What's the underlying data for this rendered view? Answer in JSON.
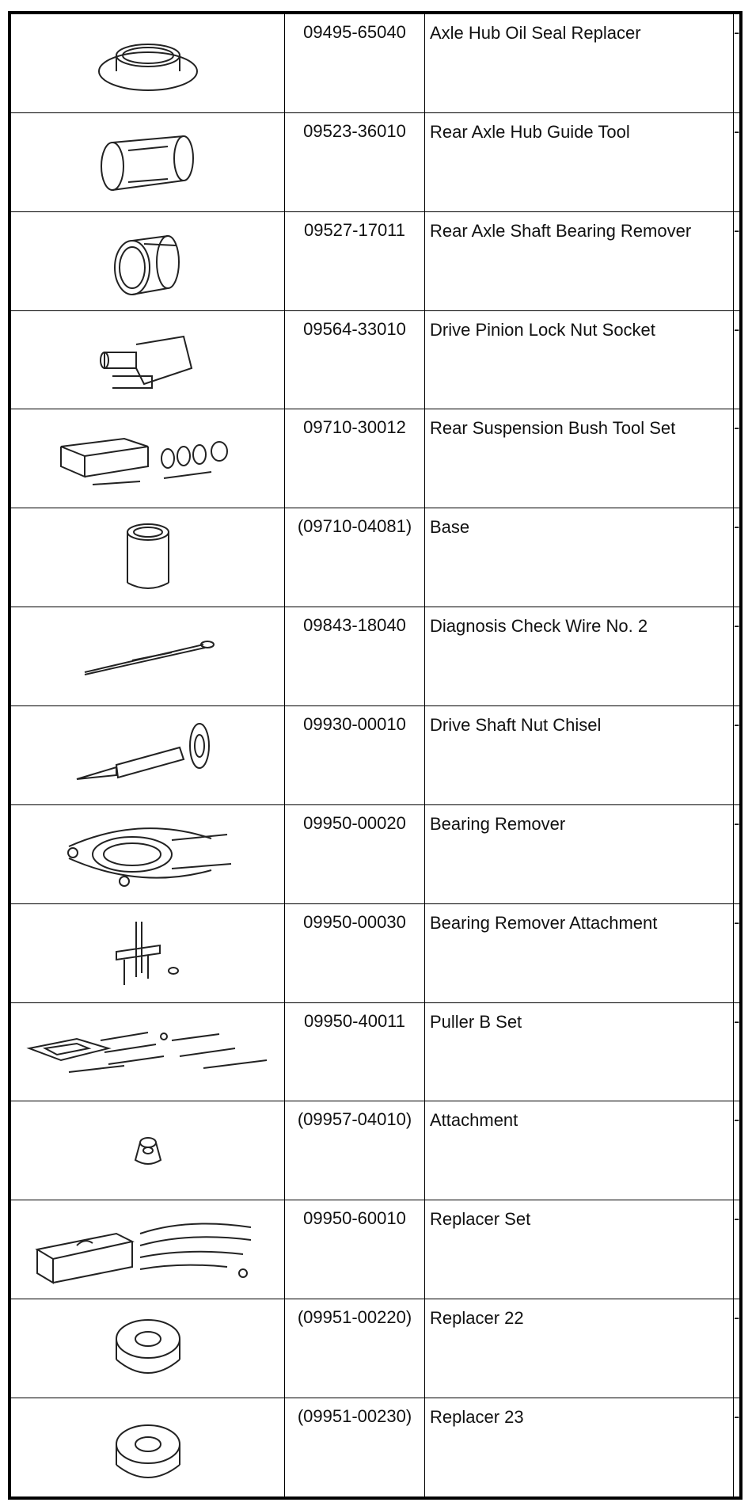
{
  "tools": [
    {
      "part_no": "09495-65040",
      "name": "Axle Hub Oil Seal Replacer",
      "remark": "-",
      "icon": "seal-replacer-icon"
    },
    {
      "part_no": "09523-36010",
      "name": "Rear Axle Hub Guide Tool",
      "remark": "-",
      "icon": "guide-tool-icon"
    },
    {
      "part_no": "09527-17011",
      "name": "Rear Axle Shaft Bearing Remover",
      "remark": "-",
      "icon": "bearing-remover-cup-icon"
    },
    {
      "part_no": "09564-33010",
      "name": "Drive Pinion Lock Nut Socket",
      "remark": "-",
      "icon": "lock-nut-socket-icon"
    },
    {
      "part_no": "09710-30012",
      "name": "Rear Suspension Bush Tool Set",
      "remark": "-",
      "icon": "bush-tool-set-icon"
    },
    {
      "part_no": "(09710-04081)",
      "name": "Base",
      "remark": "-",
      "icon": "base-cylinder-icon"
    },
    {
      "part_no": "09843-18040",
      "name": "Diagnosis Check Wire No. 2",
      "remark": "-",
      "icon": "check-wire-icon"
    },
    {
      "part_no": "09930-00010",
      "name": "Drive Shaft Nut Chisel",
      "remark": "-",
      "icon": "chisel-icon"
    },
    {
      "part_no": "09950-00020",
      "name": "Bearing Remover",
      "remark": "-",
      "icon": "bearing-remover-icon"
    },
    {
      "part_no": "09950-00030",
      "name": "Bearing Remover Attachment",
      "remark": "-",
      "icon": "remover-attachment-icon"
    },
    {
      "part_no": "09950-40011",
      "name": "Puller B Set",
      "remark": "-",
      "icon": "puller-set-icon"
    },
    {
      "part_no": "(09957-04010)",
      "name": "Attachment",
      "remark": "-",
      "icon": "attachment-icon"
    },
    {
      "part_no": "09950-60010",
      "name": "Replacer Set",
      "remark": "-",
      "icon": "replacer-set-icon"
    },
    {
      "part_no": "(09951-00220)",
      "name": "Replacer 22",
      "remark": "-",
      "icon": "replacer-ring-icon"
    },
    {
      "part_no": "(09951-00230)",
      "name": "Replacer 23",
      "remark": "-",
      "icon": "replacer-ring-icon"
    }
  ]
}
